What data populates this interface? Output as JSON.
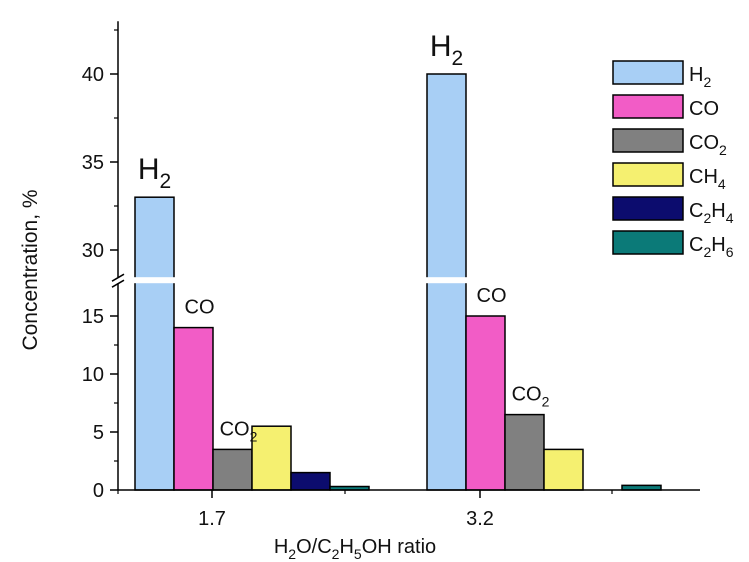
{
  "chart_data": {
    "type": "bar",
    "categories": [
      "1.7",
      "3.2"
    ],
    "xlabel": {
      "segments": [
        [
          "H",
          ""
        ],
        [
          "2",
          "sub"
        ],
        [
          "O/C",
          ""
        ],
        [
          "2",
          "sub"
        ],
        [
          "H",
          ""
        ],
        [
          "5",
          "sub"
        ],
        [
          "OH ratio",
          ""
        ]
      ]
    },
    "ylabel": "Concentration, %",
    "axis_break": {
      "lower": [
        0,
        17
      ],
      "upper": [
        29,
        43
      ]
    },
    "yticks_lower": [
      "0",
      "5",
      "10",
      "15"
    ],
    "yticks_upper": [
      "30",
      "35",
      "40"
    ],
    "series": [
      {
        "name": {
          "segments": [
            [
              "H",
              ""
            ],
            [
              "2",
              "sub"
            ]
          ]
        },
        "color": "#a8cff5",
        "values": [
          33,
          40
        ]
      },
      {
        "name": {
          "segments": [
            [
              "CO",
              ""
            ]
          ]
        },
        "color": "#f25cc6",
        "values": [
          14,
          15
        ]
      },
      {
        "name": {
          "segments": [
            [
              "CO",
              ""
            ],
            [
              "2",
              "sub"
            ]
          ]
        },
        "color": "#808080",
        "values": [
          3.5,
          6.5
        ]
      },
      {
        "name": {
          "segments": [
            [
              "CH",
              ""
            ],
            [
              "4",
              "sub"
            ]
          ]
        },
        "color": "#f5f070",
        "values": [
          5.5,
          3.5
        ]
      },
      {
        "name": {
          "segments": [
            [
              "C",
              ""
            ],
            [
              "2",
              "sub"
            ],
            [
              "H",
              ""
            ],
            [
              "4",
              "sub"
            ]
          ]
        },
        "color": "#0c0c6e",
        "values": [
          1.5,
          0.0
        ]
      },
      {
        "name": {
          "segments": [
            [
              "C",
              ""
            ],
            [
              "2",
              "sub"
            ],
            [
              "H",
              ""
            ],
            [
              "6",
              "sub"
            ]
          ]
        },
        "color": "#0b7a78",
        "values": [
          0.3,
          0.4
        ]
      }
    ],
    "annotations": [
      {
        "category": 0,
        "series": 0,
        "segments": [
          [
            "H",
            ""
          ],
          [
            "2",
            "sub"
          ]
        ],
        "size": "large"
      },
      {
        "category": 0,
        "series": 1,
        "segments": [
          [
            "CO",
            ""
          ]
        ],
        "size": "normal"
      },
      {
        "category": 0,
        "series": 2,
        "segments": [
          [
            "CO",
            ""
          ],
          [
            "2",
            "sub"
          ]
        ],
        "size": "normal"
      },
      {
        "category": 1,
        "series": 0,
        "segments": [
          [
            "H",
            ""
          ],
          [
            "2",
            "sub"
          ]
        ],
        "size": "large"
      },
      {
        "category": 1,
        "series": 1,
        "segments": [
          [
            "CO",
            ""
          ]
        ],
        "size": "normal"
      },
      {
        "category": 1,
        "series": 2,
        "segments": [
          [
            "CO",
            ""
          ],
          [
            "2",
            "sub"
          ]
        ],
        "size": "normal"
      }
    ],
    "legend": {
      "position": "top-right"
    },
    "grid": false
  }
}
